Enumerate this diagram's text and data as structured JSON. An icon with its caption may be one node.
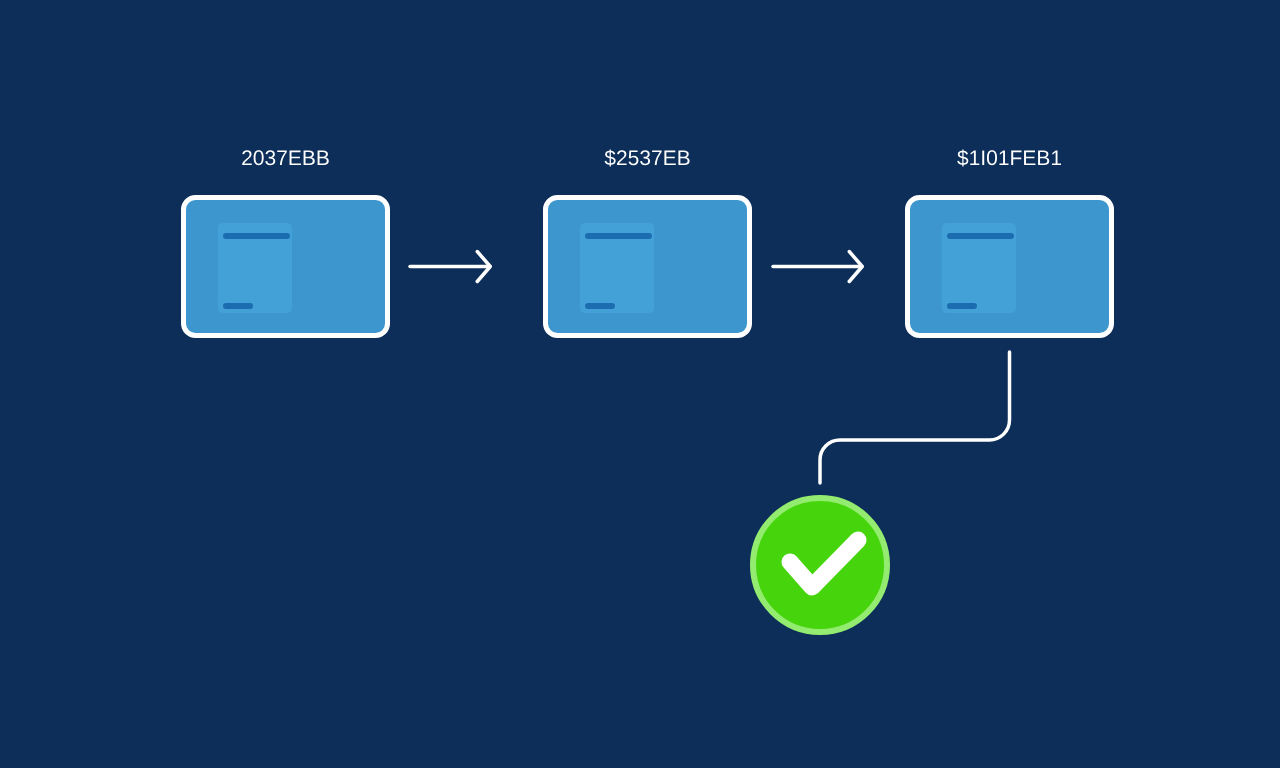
{
  "diagram": {
    "nodes": [
      {
        "text": [
          "2037EBB"
        ]
      },
      {
        "text": [
          "$2537EB"
        ]
      },
      {
        "text": [
          "$1I01FEB1"
        ]
      },
      {
        "text": [],
        "shape": "circle"
      }
    ],
    "edges": [
      {
        "from": 0,
        "to": 1,
        "arrow": "to"
      },
      {
        "from": 1,
        "to": 2,
        "arrow": "to"
      },
      {
        "from": 2,
        "to": 3,
        "arrow": "none"
      }
    ]
  }
}
